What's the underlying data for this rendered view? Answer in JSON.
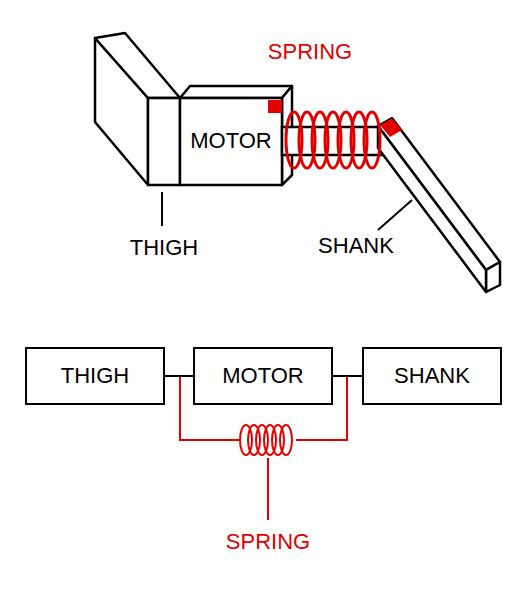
{
  "diagram": {
    "nodes": [
      {
        "text": [
          "MOTOR"
        ]
      },
      {
        "text": [
          "THIGH"
        ]
      },
      {
        "text": [
          "MOTOR"
        ]
      },
      {
        "text": [
          "SHANK"
        ]
      }
    ],
    "edges": [
      {
        "from": 1,
        "to": 2,
        "arrow": "none"
      },
      {
        "from": 2,
        "to": 3,
        "arrow": "none"
      }
    ],
    "labels": [
      "SPRING",
      "THIGH",
      "SHANK",
      "SPRING"
    ]
  }
}
